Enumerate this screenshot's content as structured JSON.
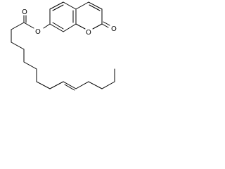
{
  "structure": {
    "atoms": {
      "ester_carbonyl_oxygen": "O",
      "ester_oxygen": "O",
      "ring_oxygen": "O",
      "lactone_carbonyl_oxygen": "O"
    },
    "colors": {
      "ink": "#000000",
      "background": "#ffffff"
    }
  }
}
